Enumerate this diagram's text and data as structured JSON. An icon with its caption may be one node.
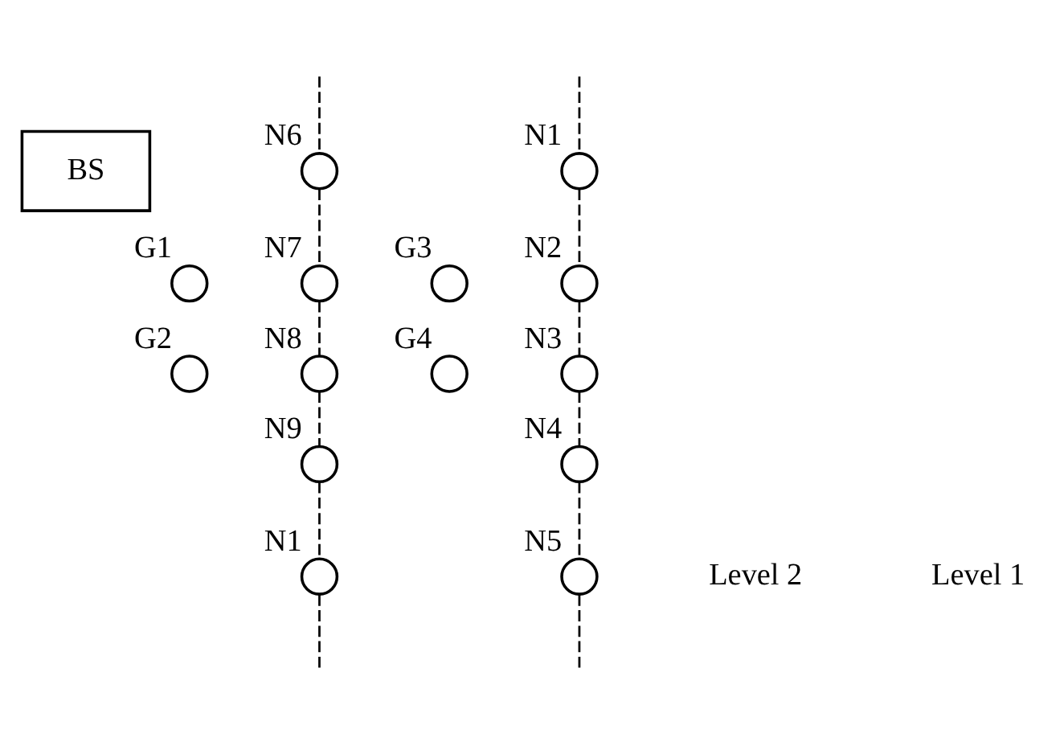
{
  "diagram": {
    "nodes": [
      {
        "text": [
          "BS"
        ]
      },
      {
        "text": [],
        "shape": "circle",
        "beside": [
          "N6"
        ]
      },
      {
        "text": [],
        "shape": "circle",
        "beside": [
          "N7"
        ]
      },
      {
        "text": [],
        "shape": "circle",
        "beside": [
          "N8"
        ]
      },
      {
        "text": [],
        "shape": "circle",
        "beside": [
          "N9"
        ]
      },
      {
        "text": [],
        "shape": "circle",
        "beside": [
          "N1"
        ]
      },
      {
        "text": [],
        "shape": "circle",
        "beside": [
          "G3"
        ]
      },
      {
        "text": [],
        "shape": "circle",
        "beside": [
          "G4"
        ]
      },
      {
        "text": [],
        "shape": "circle",
        "beside": [
          "N1"
        ]
      },
      {
        "text": [],
        "shape": "circle",
        "beside": [
          "N2"
        ]
      },
      {
        "text": [],
        "shape": "circle",
        "beside": [
          "N3"
        ]
      },
      {
        "text": [],
        "shape": "circle",
        "beside": [
          "N4"
        ]
      },
      {
        "text": [],
        "shape": "circle",
        "beside": [
          "N5"
        ]
      },
      {
        "text": [],
        "shape": "circle",
        "beside": [
          "G1"
        ]
      },
      {
        "text": [],
        "shape": "circle",
        "beside": [
          "G2"
        ]
      }
    ],
    "edges": [
      {
        "from": null,
        "to": 1,
        "arrow": "none",
        "style": "dashed"
      },
      {
        "from": 1,
        "to": 2,
        "arrow": "none",
        "style": "dashed"
      },
      {
        "from": 2,
        "to": 3,
        "arrow": "none",
        "style": "dashed"
      },
      {
        "from": 3,
        "to": 4,
        "arrow": "none",
        "style": "dashed"
      },
      {
        "from": 4,
        "to": 5,
        "arrow": "none",
        "style": "dashed"
      },
      {
        "from": 5,
        "to": null,
        "arrow": "none",
        "style": "dashed"
      },
      {
        "from": null,
        "to": 8,
        "arrow": "none",
        "style": "dashed"
      },
      {
        "from": 8,
        "to": 9,
        "arrow": "none",
        "style": "dashed"
      },
      {
        "from": 9,
        "to": 10,
        "arrow": "none",
        "style": "dashed"
      },
      {
        "from": 10,
        "to": 11,
        "arrow": "none",
        "style": "dashed"
      },
      {
        "from": 11,
        "to": 12,
        "arrow": "none",
        "style": "dashed"
      },
      {
        "from": 12,
        "to": null,
        "arrow": "none",
        "style": "dashed"
      }
    ],
    "labels": [
      "Level 2",
      "Level 1"
    ]
  }
}
